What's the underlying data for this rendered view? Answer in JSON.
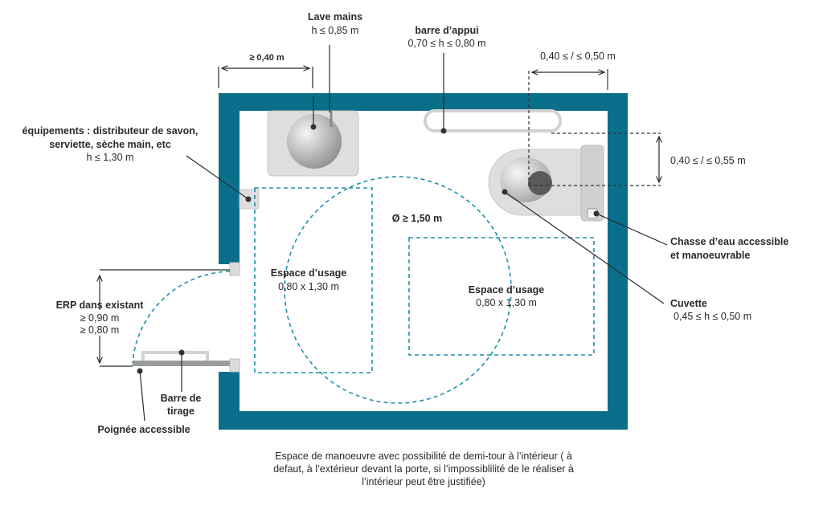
{
  "colors": {
    "wall": "#0a6f8a",
    "dashed": "#1f8fa8",
    "fixture": "#dedede",
    "text": "#2a2a2a"
  },
  "labels": {
    "lave_mains_title": "Lave mains",
    "lave_mains_h": "h  ≤ 0,85 m",
    "barre_appui_title": "barre d’appui",
    "barre_appui_h": "0,70 ≤ h ≤ 0,80 m",
    "dim_040": "≥ 0,40 m",
    "dim_040_050": "0,40 ≤ / ≤ 0,50 m",
    "dim_040_055": "0,40 ≤ / ≤ 0,55 m",
    "equip_line1": "équipements : distributeur de savon,",
    "equip_line2": "serviette, sèche main, etc",
    "equip_h": "h  ≤ 1,30 m",
    "diameter": "Ø  ≥ 1,50 m",
    "espace_title": "Espace d’usage",
    "espace_dim": "0,80 x 1,30 m",
    "erp_title": "ERP dans existant",
    "erp_090": "≥ 0,90 m",
    "erp_080": "≥ 0,80 m",
    "chasse_line1": "Chasse d’eau accessible",
    "chasse_line2": "et manoeuvrable",
    "cuvette_title": "Cuvette",
    "cuvette_h": "0,45 ≤ h ≤ 0,50 m",
    "barre_tirage_line1": "Barre de",
    "barre_tirage_line2": "tirage",
    "poignee": "Poignée accessible",
    "caption_line1": "Espace de manoeuvre avec possibilité de demi-tour à l’intérieur ( à",
    "caption_line2": "defaut, à l’extérieur devant la porte, si l’impossiblilité de le réaliser à",
    "caption_line3": "l’intérieur peut être justifiée)"
  }
}
